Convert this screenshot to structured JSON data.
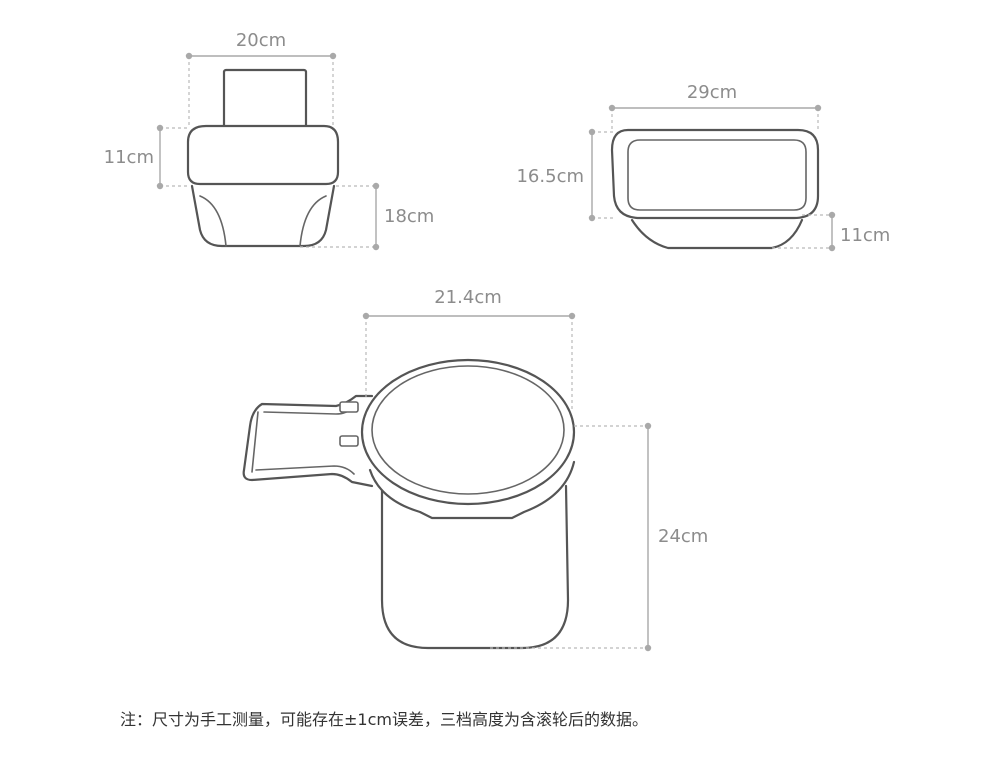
{
  "views": {
    "side": {
      "width_label": "20cm",
      "lid_height_label": "11cm",
      "body_height_label": "18cm"
    },
    "top": {
      "width_label": "29cm",
      "depth_label": "16.5cm",
      "height_label": "11cm"
    },
    "front": {
      "width_label": "21.4cm",
      "height_label": "24cm"
    }
  },
  "note": "注：尺寸为手工测量，可能存在±1cm误差，三档高度为含滚轮后的数据。",
  "colors": {
    "outline": "#555555",
    "dimension": "#a9a9a9",
    "label": "#8c8c8c"
  }
}
